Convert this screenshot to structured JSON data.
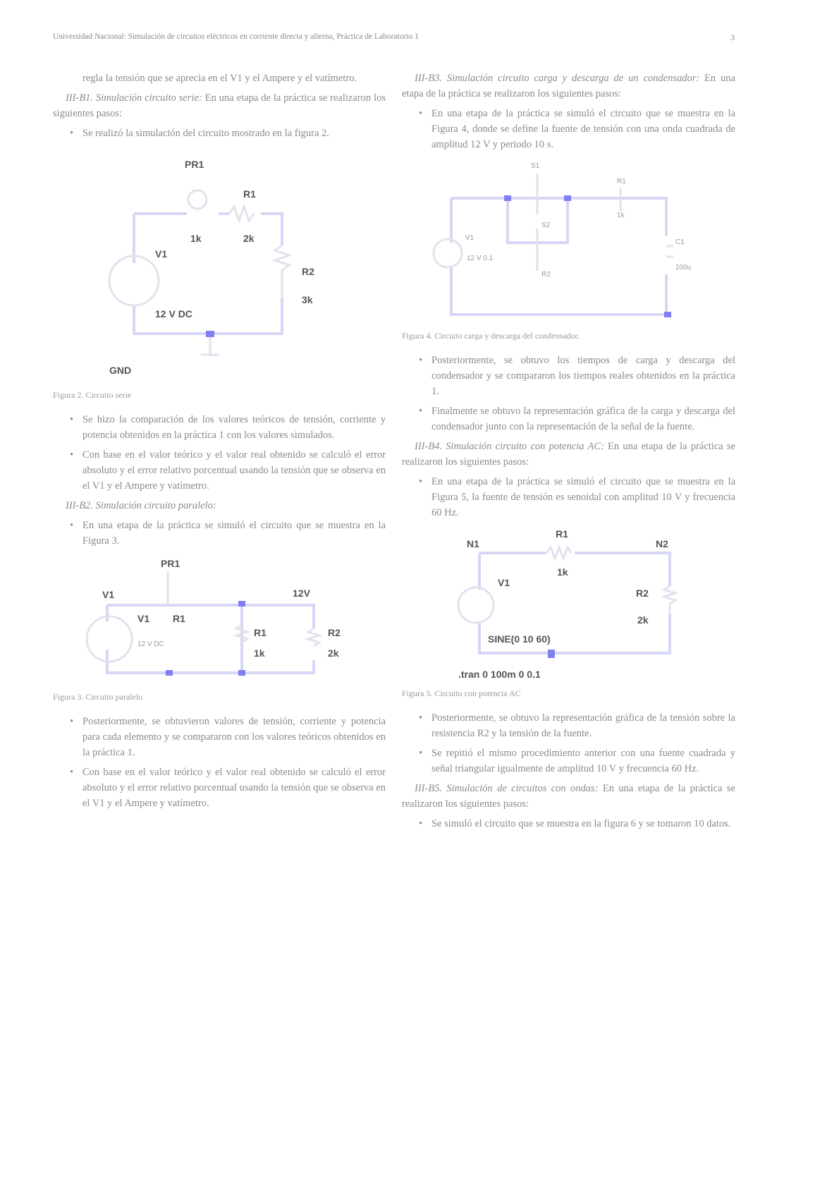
{
  "header": {
    "running_title": "Universidad Nacional: Simulación de circuitos eléctricos en corriente directa y alterna, Práctica de Laboratorio 1",
    "page_number": "3"
  },
  "left": {
    "p1": "regla la tensión que se aprecia en el V1 y el Ampere y el vatímetro.",
    "s1_title": "III-B1.  Simulación circuito serie:",
    "s1_text": " En una etapa de la práctica se realizaron los siguientes pasos:",
    "b1": "Se realizó la simulación del circuito mostrado en la figura 2.",
    "fig2": {
      "labels": [
        "PR1",
        "R1",
        "1k",
        "2k",
        "V1",
        "R2",
        "3k",
        "12 V DC",
        "GND"
      ]
    },
    "cap2": "Figura 2.  Circuito serie",
    "b2": "Se hizo la comparación de los valores teóricos de tensión, corriente y potencia obtenidos en la práctica 1 con los valores simulados.",
    "b3": "Con base en el valor teórico y el valor real obtenido se calculó el error absoluto y el error relativo porcentual usando la tensión que se observa en el V1 y el Ampere y vatímetro.",
    "s2_title": "III-B2.  Simulación circuito paralelo:",
    "b4": "En una etapa de la práctica se simuló el circuito que se muestra en la Figura 3.",
    "fig3": {
      "labels": [
        "PR1",
        "V1",
        "V1",
        "R1",
        "12 V DC",
        "R1",
        "1k",
        "R2",
        "2k",
        "12V"
      ]
    },
    "cap3": "Figura 3.  Circuito paralelo",
    "b5": "Posteriormente, se obtuvieron valores de tensión, corriente y potencia para cada elemento y se compararon con los valores teóricos obtenidos en la práctica 1.",
    "b6": "Con base en el valor teórico y el valor real obtenido se calculó el error absoluto y el error relativo porcentual usando la tensión que se observa en el V1 y el Ampere y vatímetro."
  },
  "right": {
    "s3_title": "III-B3.  Simulación circuito carga y descarga de un condensador:",
    "s3_text": " En una etapa de la práctica se realizaron los siguientes pasos:",
    "b1": "En una etapa de la práctica se simuló el circuito que se muestra en la Figura 4, donde se define la fuente de tensión con una onda cuadrada de amplitud 12 V y periodo 10 s.",
    "fig4": {
      "labels": [
        "S1",
        "R1",
        "1k",
        "S2",
        "V1",
        "12 V 0.1",
        "R2",
        "C1",
        "100u"
      ]
    },
    "cap4": "Figura 4.  Circuito carga y descarga del condensador.",
    "b2": "Posteriormente, se obtuvo los tiempos de carga y descarga del condensador y se compararon los tiempos reales obtenidos en la práctica 1.",
    "b3": "Finalmente se obtuvo la representación gráfica de la carga y descarga del condensador junto con la representación de la señal de la fuente.",
    "s4_title": "III-B4.  Simulación circuito con potencia AC:",
    "s4_text": " En una etapa de la práctica se realizaron los siguientes pasos:",
    "b4": "En una etapa de la práctica se simuló el circuito que se muestra en la Figura 5, la fuente de tensión es senoidal con amplitud 10 V y frecuencia 60 Hz.",
    "fig5": {
      "labels": [
        "N1",
        "R1",
        "1k",
        "N2",
        "V1",
        "R2",
        "2k",
        "SINE(0 10 60)",
        ".tran 0 100m 0 0.1"
      ]
    },
    "cap5": "Figura 5.  Circuito con potencia AC",
    "b5": "Posteriormente, se obtuvo la representación gráfica de la tensión sobre la resistencia R2 y la tensión de la fuente.",
    "b6": "Se repitió el mismo procedimiento anterior con una fuente cuadrada y señal triangular igualmente de amplitud 10 V y frecuencia 60 Hz.",
    "s5_title": "III-B5.  Simulación de circuitos con ondas:",
    "s5_text": " En una etapa de la práctica se realizaron los siguientes pasos:",
    "b7": "Se simuló el circuito que se muestra en la figura 6 y se tomaron 10 datos."
  },
  "bullet": "•",
  "colors": {
    "wire": "#d6d6f6",
    "node": "#8080f0",
    "text": "#8a8a8a"
  }
}
